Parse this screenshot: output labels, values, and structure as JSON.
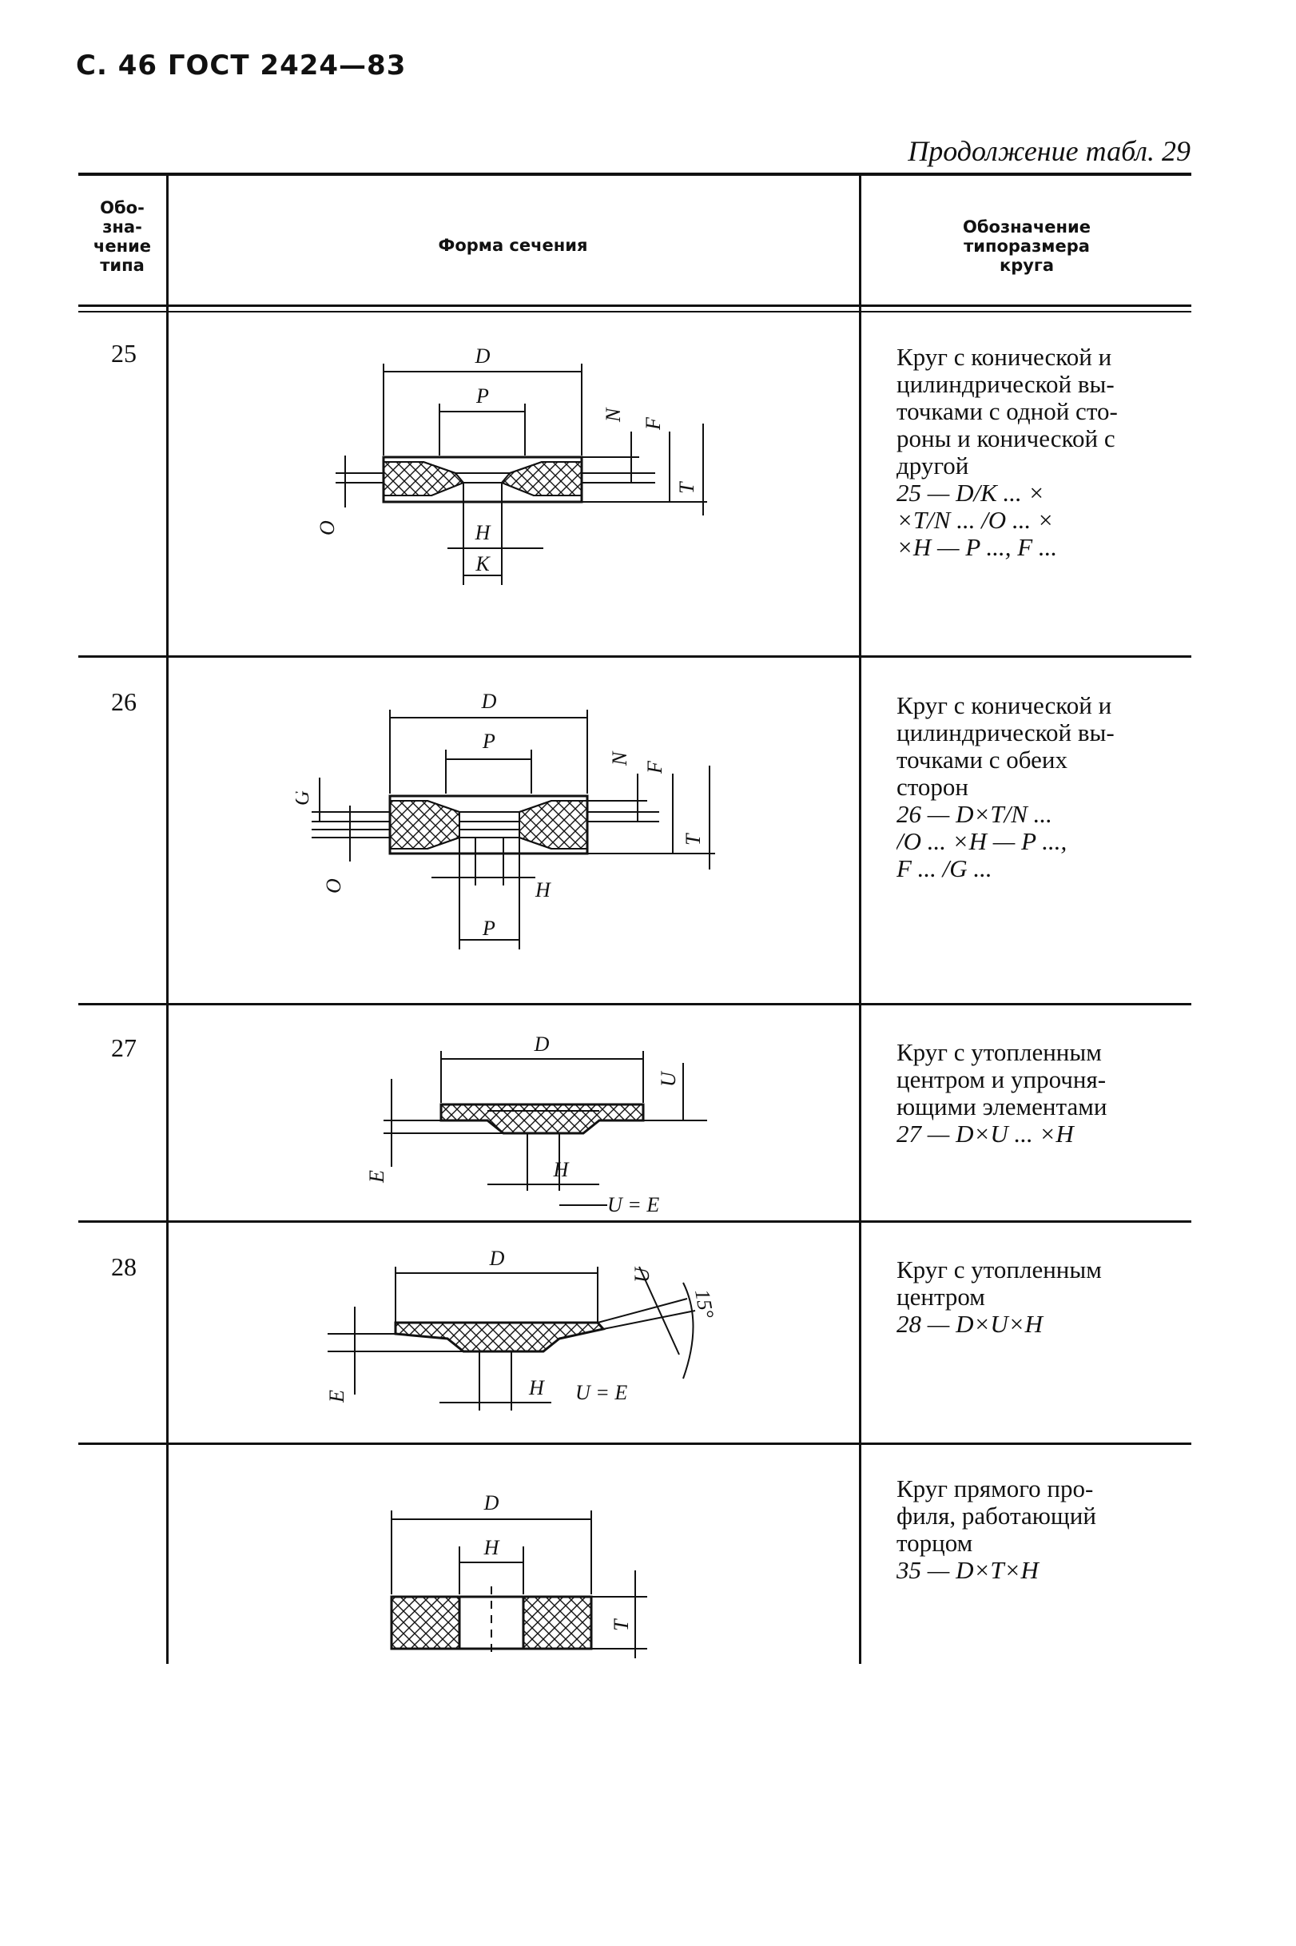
{
  "page": {
    "header": "С. 46 ГОСТ 2424—83",
    "continuation": "Продолжение табл. 29"
  },
  "table": {
    "columns": [
      [
        "Обо-",
        "зна-",
        "чение",
        "типа"
      ],
      [
        "Форма сечения"
      ],
      [
        "Обозначение",
        "типоразмера",
        "круга"
      ]
    ],
    "rows": [
      {
        "type": "25",
        "desc": [
          "Круг с конической и",
          "цилиндрической вы-",
          "точками с одной сто-",
          "роны и конической с",
          "другой",
          "25 — D/K ... ×",
          "×T/N ... /O ... ×",
          "×H — P ..., F ..."
        ],
        "dims": {
          "D": "D",
          "P": "P",
          "N": "N",
          "F": "F",
          "T": "T",
          "O": "O",
          "H": "H",
          "K": "K"
        }
      },
      {
        "type": "26",
        "desc": [
          "Круг с конической и",
          "цилиндрической вы-",
          "точками с обеих",
          "сторон",
          "26 — D×T/N ...",
          "/O ... ×H — P ...,",
          "F ... /G ..."
        ],
        "dims": {
          "D": "D",
          "P": "P",
          "N": "N",
          "F": "F",
          "T": "T",
          "G": "G",
          "O": "O",
          "H": "H",
          "P2": "P"
        }
      },
      {
        "type": "27",
        "desc": [
          "Круг с утопленным",
          "центром и упрочня-",
          "ющими элементами",
          "27 — D×U ... ×H"
        ],
        "dims": {
          "D": "D",
          "U": "U",
          "E": "E",
          "H": "H",
          "UE": "U = E"
        }
      },
      {
        "type": "28",
        "desc": [
          "Круг с утопленным",
          "центром",
          "28 — D×U×H"
        ],
        "dims": {
          "D": "D",
          "U": "U",
          "E": "E",
          "H": "H",
          "UE": "U = E",
          "angle": "15°"
        }
      },
      {
        "type": "",
        "desc": [
          "Круг прямого про-",
          "филя, работающий",
          "торцом",
          "35 — D×T×H"
        ],
        "dims": {
          "D": "D",
          "H": "H",
          "T": "T"
        }
      }
    ]
  }
}
